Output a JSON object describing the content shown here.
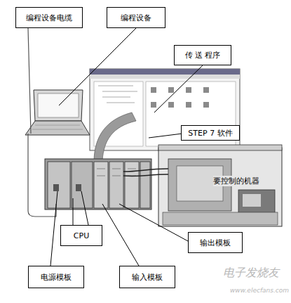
{
  "diagram": {
    "nodes": [
      {
        "text": [
          "编程设备电缆"
        ]
      },
      {
        "text": [
          "编程设备"
        ]
      },
      {
        "text": [
          "传 送 程序"
        ]
      },
      {
        "text": [
          "STEP 7 软件"
        ]
      },
      {
        "text": [
          "CPU"
        ]
      },
      {
        "text": [
          "输出模板"
        ]
      },
      {
        "text": [
          "电源模板"
        ]
      },
      {
        "text": [
          "输入模板"
        ]
      }
    ],
    "labels": [
      "要控制的机器",
      "电子发烧友",
      "www.elecfans.com"
    ]
  }
}
